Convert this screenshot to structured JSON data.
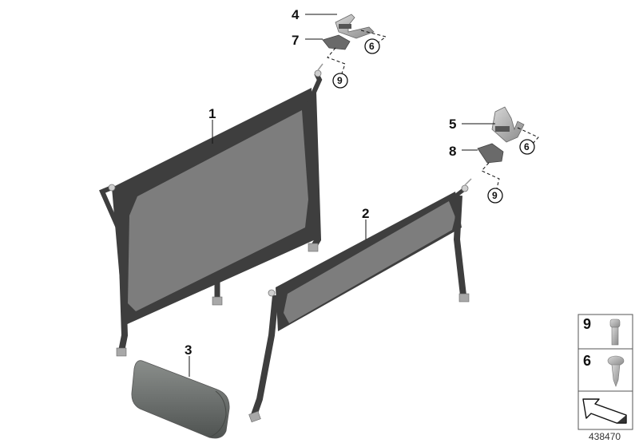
{
  "diagram": {
    "id": "438470",
    "callouts": [
      {
        "num": "1",
        "part": "partition-net-large"
      },
      {
        "num": "2",
        "part": "partition-net-small"
      },
      {
        "num": "3",
        "part": "net-roll-container"
      },
      {
        "num": "4",
        "part": "bracket-upper-left"
      },
      {
        "num": "5",
        "part": "bracket-upper-right"
      },
      {
        "num": "6",
        "part": "screw-fastener"
      },
      {
        "num": "7",
        "part": "mount-plate-left"
      },
      {
        "num": "8",
        "part": "mount-plate-right"
      },
      {
        "num": "9",
        "part": "bolt-fastener"
      }
    ],
    "labels": {
      "c1": "1",
      "c2": "2",
      "c3": "3",
      "c4": "4",
      "c5": "5",
      "c6a": "6",
      "c6b": "6",
      "c7": "7",
      "c8": "8",
      "c9a": "9",
      "c9b": "9"
    },
    "legend": {
      "row1_num": "9",
      "row1_icon": "socket-head-bolt-icon",
      "row2_num": "6",
      "row2_icon": "self-tapping-screw-icon",
      "row3_icon": "arrow-direction-icon"
    },
    "colors": {
      "net_fill": "#7d7d7d",
      "strap": "#3e3e3e",
      "metal": "#b5b5b5",
      "roll": "#6f7370"
    }
  }
}
